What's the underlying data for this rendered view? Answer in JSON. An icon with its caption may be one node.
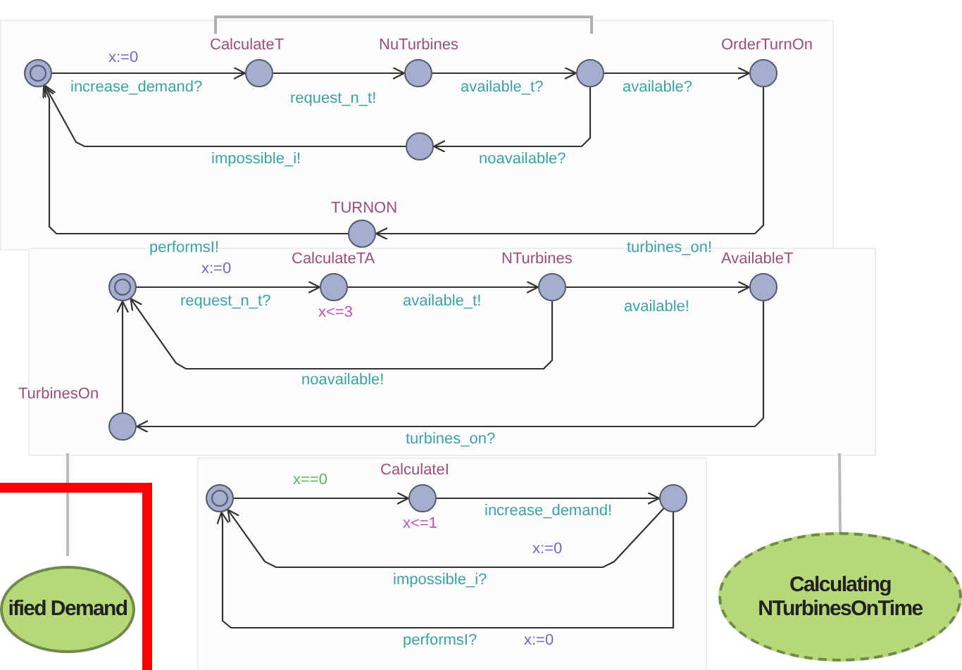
{
  "diagram": {
    "nodes": [
      {
        "text": [],
        "shape": "circle"
      },
      {
        "text": [],
        "shape": "circle",
        "beside": [
          "CalculateT"
        ]
      },
      {
        "text": [],
        "shape": "circle",
        "beside": [
          "NuTurbines"
        ]
      },
      {
        "text": [],
        "shape": "circle"
      },
      {
        "text": [],
        "shape": "circle",
        "beside": [
          "OrderTurnOn"
        ]
      },
      {
        "text": [],
        "shape": "circle"
      },
      {
        "text": [],
        "shape": "circle",
        "beside": [
          "TURNON"
        ]
      },
      {
        "text": [],
        "shape": "circle"
      },
      {
        "text": [],
        "shape": "circle",
        "beside": [
          "CalculateTA",
          "x<=3"
        ]
      },
      {
        "text": [],
        "shape": "circle",
        "beside": [
          "NTurbines"
        ]
      },
      {
        "text": [],
        "shape": "circle",
        "beside": [
          "AvailableT"
        ]
      },
      {
        "text": [],
        "shape": "circle",
        "beside": [
          "TurbinesOn"
        ]
      },
      {
        "text": [],
        "shape": "circle"
      },
      {
        "text": [],
        "shape": "circle",
        "beside": [
          "CalculateI",
          "x<=1"
        ]
      },
      {
        "text": [],
        "shape": "circle"
      },
      {
        "text": [],
        "shape": "box"
      },
      {
        "text": [
          "ified Demand"
        ],
        "in": 15
      },
      {
        "text": [
          "Calculating NTurbinesOnTime"
        ]
      }
    ],
    "edges": [
      {
        "from": 0,
        "to": 1,
        "arrow": "to",
        "label": "increase_demand?"
      },
      {
        "from": 1,
        "to": 2,
        "arrow": "to",
        "label": "request_n_t!"
      },
      {
        "from": 2,
        "to": 3,
        "arrow": "to",
        "label": "available_t?"
      },
      {
        "from": 3,
        "to": 4,
        "arrow": "to",
        "label": "available?"
      },
      {
        "from": 3,
        "to": 5,
        "arrow": "to",
        "label": "noavailable?"
      },
      {
        "from": 5,
        "to": 0,
        "arrow": "to",
        "label": "impossible_i!"
      },
      {
        "from": 4,
        "to": 6,
        "arrow": "to",
        "label": "turbines_on!"
      },
      {
        "from": 6,
        "to": 0,
        "arrow": "to",
        "label": "performsI!"
      },
      {
        "from": 7,
        "to": 8,
        "arrow": "to",
        "label": "request_n_t?"
      },
      {
        "from": 8,
        "to": 9,
        "arrow": "to",
        "label": "available_t!"
      },
      {
        "from": 9,
        "to": 10,
        "arrow": "to",
        "label": "available!"
      },
      {
        "from": 9,
        "to": 7,
        "arrow": "to",
        "label": "noavailable!"
      },
      {
        "from": 10,
        "to": 11,
        "arrow": "to",
        "label": "turbines_on?"
      },
      {
        "from": 11,
        "to": 7,
        "arrow": "to"
      },
      {
        "from": 12,
        "to": 13,
        "arrow": "to",
        "label": "x==0"
      },
      {
        "from": 13,
        "to": 14,
        "arrow": "to",
        "label": "increase_demand!"
      },
      {
        "from": 14,
        "to": 12,
        "arrow": "to",
        "label": "impossible_i?"
      },
      {
        "from": 14,
        "to": 12,
        "arrow": "to",
        "label": "performsI?"
      },
      {
        "from": null,
        "to": 16,
        "arrow": "none",
        "color": "#bbbbbb"
      },
      {
        "from": null,
        "to": 17,
        "arrow": "none",
        "color": "#bbbbbb"
      }
    ],
    "labels": [
      "x:=0",
      "x:=0",
      "x:=0",
      "x:=0"
    ]
  }
}
